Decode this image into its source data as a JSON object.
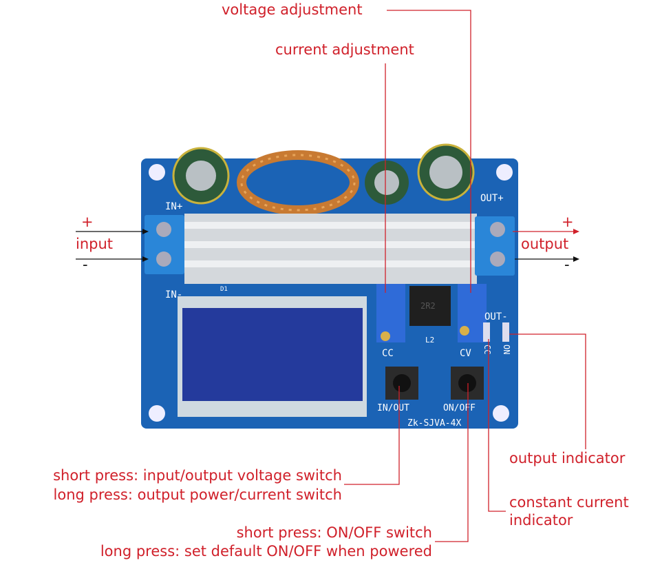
{
  "annotations": {
    "voltage_adjustment": "voltage adjustment",
    "current_adjustment": "current adjustment",
    "input_plus": "+",
    "input": "input",
    "input_minus": "-",
    "output_plus": "+",
    "output": "output",
    "output_minus": "-",
    "output_indicator": "output indicator",
    "constant_current_line1": "constant current",
    "constant_current_line2": "indicator",
    "inout_short": "short press: input/output voltage switch",
    "inout_long": "long press: output power/current switch",
    "onoff_short": "short press: ON/OFF switch",
    "onoff_long": "long press: set default ON/OFF when powered"
  },
  "board": {
    "in_plus": "IN+",
    "in_minus": "IN-",
    "out_plus": "OUT+",
    "out_minus": "OUT-",
    "cc_pot": "CC",
    "cv_pot": "CV",
    "inductor": "L2",
    "inductor_value": "2R2",
    "diode": "D1",
    "led_cc": "CC",
    "led_on": "ON",
    "btn_inout": "IN/OUT",
    "btn_onoff": "ON/OFF",
    "model": "Zk-SJVA-4X"
  },
  "colors": {
    "annotation": "#d0202a",
    "pcb": "#1b63b5",
    "terminal": "#2a86d8"
  }
}
